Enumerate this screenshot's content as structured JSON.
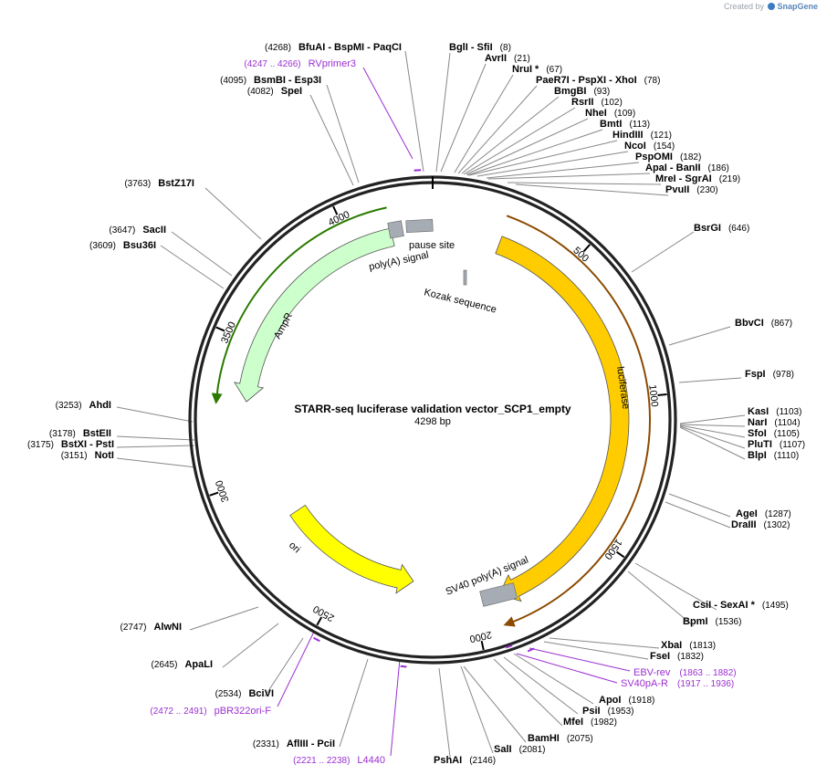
{
  "credit": {
    "prefix": "Created by",
    "brand": "SnapGene"
  },
  "map": {
    "title": "STARR-seq luciferase validation vector_SCP1_empty",
    "size_label": "4298 bp",
    "total_bp": 4298,
    "ticks": [
      {
        "pos": 500,
        "label": "500"
      },
      {
        "pos": 1000,
        "label": "1000"
      },
      {
        "pos": 1500,
        "label": "1500"
      },
      {
        "pos": 2000,
        "label": "2000"
      },
      {
        "pos": 2500,
        "label": "2500"
      },
      {
        "pos": 3000,
        "label": "3000"
      },
      {
        "pos": 3500,
        "label": "3500"
      },
      {
        "pos": 4000,
        "label": "4000"
      }
    ],
    "features": [
      {
        "name": "luciferase",
        "start": 247,
        "end": 1900,
        "color": "#ffcc00",
        "strand": 1,
        "ring": "inner",
        "label": "luciferase"
      },
      {
        "name": "ampr",
        "start": 3290,
        "end": 4150,
        "color": "#ccffcc",
        "strand": -1,
        "ring": "inner",
        "label": "AmpR"
      },
      {
        "name": "ori",
        "start": 2230,
        "end": 2820,
        "color": "#ffff00",
        "strand": -1,
        "ring": "deep",
        "label": "ori"
      }
    ],
    "small_features": [
      {
        "label": "pause site",
        "color": "#a6acb3"
      },
      {
        "label": "poly(A) signal",
        "color": "#a6acb3"
      },
      {
        "label": "Kozak sequence",
        "color": "#a6acb3"
      },
      {
        "label": "SV40 poly(A) signal",
        "color": "#a6acb3"
      }
    ],
    "sites": [
      {
        "name": "BglI",
        "extra": "  -  SfiI",
        "pos": "(8)"
      },
      {
        "name": "AvrII",
        "extra": "",
        "pos": "(21)"
      },
      {
        "name": "NruI *",
        "extra": "",
        "pos": "(67)"
      },
      {
        "name": "PaeR7I",
        "extra": "  -  PspXI  -  XhoI",
        "pos": "(78)"
      },
      {
        "name": "BmgBI",
        "extra": "",
        "pos": "(93)"
      },
      {
        "name": "RsrII",
        "extra": "",
        "pos": "(102)"
      },
      {
        "name": "NheI",
        "extra": "",
        "pos": "(109)"
      },
      {
        "name": "BmtI",
        "extra": "",
        "pos": "(113)"
      },
      {
        "name": "HindIII",
        "extra": "",
        "pos": "(121)"
      },
      {
        "name": "NcoI",
        "extra": "",
        "pos": "(154)"
      },
      {
        "name": "PspOMI",
        "extra": "",
        "pos": "(182)"
      },
      {
        "name": "ApaI",
        "extra": "  -  BanII",
        "pos": "(186)"
      },
      {
        "name": "MreI",
        "extra": "  -  SgrAI",
        "pos": "(219)"
      },
      {
        "name": "PvuII",
        "extra": "",
        "pos": "(230)"
      },
      {
        "name": "BsrGI",
        "extra": "",
        "pos": "(646)"
      },
      {
        "name": "BbvCI",
        "extra": "",
        "pos": "(867)"
      },
      {
        "name": "FspI",
        "extra": "",
        "pos": "(978)"
      },
      {
        "name": "KasI",
        "extra": "",
        "pos": "(1103)"
      },
      {
        "name": "NarI",
        "extra": "",
        "pos": "(1104)"
      },
      {
        "name": "SfoI",
        "extra": "",
        "pos": "(1105)"
      },
      {
        "name": "PluTI",
        "extra": "",
        "pos": "(1107)"
      },
      {
        "name": "BlpI",
        "extra": "",
        "pos": "(1110)"
      },
      {
        "name": "AgeI",
        "extra": "",
        "pos": "(1287)"
      },
      {
        "name": "DraIII",
        "extra": "",
        "pos": "(1302)"
      },
      {
        "name": "CsiI",
        "extra": "  -  SexAI *",
        "pos": "(1495)"
      },
      {
        "name": "BpmI",
        "extra": "",
        "pos": "(1536)"
      },
      {
        "name": "XbaI",
        "extra": "",
        "pos": "(1813)"
      },
      {
        "name": "FseI",
        "extra": "",
        "pos": "(1832)"
      },
      {
        "name": "ApoI",
        "extra": "",
        "pos": "(1918)"
      },
      {
        "name": "PsiI",
        "extra": "",
        "pos": "(1953)"
      },
      {
        "name": "MfeI",
        "extra": "",
        "pos": "(1982)"
      },
      {
        "name": "BamHI",
        "extra": "",
        "pos": "(2075)"
      },
      {
        "name": "SalI",
        "extra": "",
        "pos": "(2081)"
      },
      {
        "name": "PshAI",
        "extra": "",
        "pos": "(2146)"
      },
      {
        "name": "AflIII",
        "extra": "  -  PciI",
        "pos": "(2331)"
      },
      {
        "name": "BciVI",
        "extra": "",
        "pos": "(2534)"
      },
      {
        "name": "ApaLI",
        "extra": "",
        "pos": "(2645)"
      },
      {
        "name": "AlwNI",
        "extra": "",
        "pos": "(2747)"
      },
      {
        "name": "NotI",
        "extra": "",
        "pos": "(3151)"
      },
      {
        "name": "BstXI",
        "extra": "  -  PstI",
        "pos": "(3175)"
      },
      {
        "name": "BstEII",
        "extra": "",
        "pos": "(3178)"
      },
      {
        "name": "AhdI",
        "extra": "",
        "pos": "(3253)"
      },
      {
        "name": "Bsu36I",
        "extra": "",
        "pos": "(3609)"
      },
      {
        "name": "SacII",
        "extra": "",
        "pos": "(3647)"
      },
      {
        "name": "BstZ17I",
        "extra": "",
        "pos": "(3763)"
      },
      {
        "name": "SpeI",
        "extra": "",
        "pos": "(4082)"
      },
      {
        "name": "BsmBI",
        "extra": "  -  Esp3I",
        "pos": "(4095)"
      },
      {
        "name": "BfuAI",
        "extra": "  -  BspMI  -  PaqCI",
        "pos": "(4268)"
      }
    ],
    "primers": [
      {
        "name": "RVprimer3",
        "range": "(4247 .. 4266)"
      },
      {
        "name": "EBV-rev",
        "range": "(1863 .. 1882)"
      },
      {
        "name": "SV40pA-R",
        "range": "(1917 .. 1936)"
      },
      {
        "name": "pBR322ori-F",
        "range": "(2472 .. 2491)"
      },
      {
        "name": "L4440",
        "range": "(2221 .. 2238)"
      }
    ]
  }
}
